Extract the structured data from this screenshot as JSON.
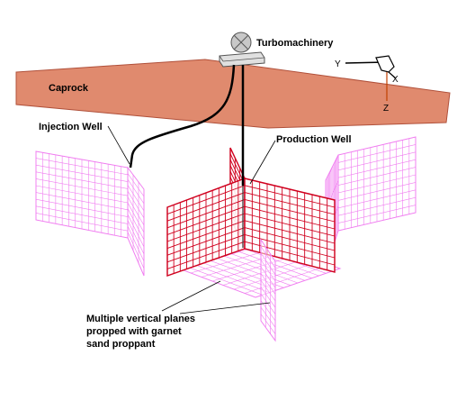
{
  "labels": {
    "turbomachinery": "Turbomachinery",
    "caprock": "Caprock",
    "injection_well": "Injection Well",
    "production_well": "Production Well",
    "planes_line1": "Multiple vertical planes",
    "planes_line2": "propped with garnet",
    "planes_line3": "sand proppant"
  },
  "axes": {
    "y": "Y",
    "x": "X",
    "z": "Z"
  },
  "colors": {
    "caprock": "#e08a6e",
    "caprock_edge": "#b0503a",
    "pink_grid": "#f07cf0",
    "red_grid": "#d0001e",
    "axis_z": "#c04000"
  }
}
